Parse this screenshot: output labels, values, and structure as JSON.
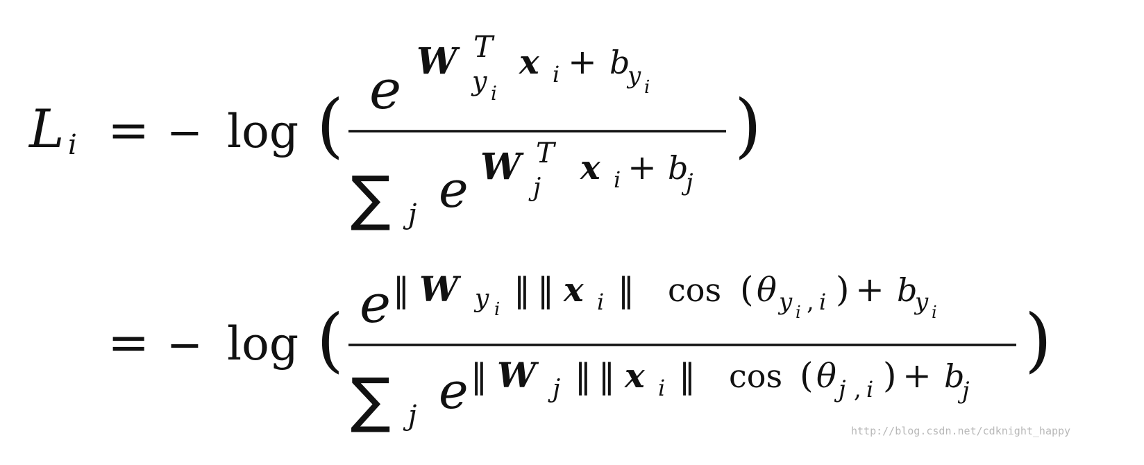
{
  "formula": {
    "line1": {
      "lhs_base": "L",
      "lhs_sub": "i",
      "equals": "=",
      "minus": "−",
      "log": "log",
      "paren_open": "(",
      "paren_close": ")",
      "numerator": {
        "e": "e",
        "W": "W",
        "T": "T",
        "y": "y",
        "i": "i",
        "x": "x",
        "plus": "+",
        "b": "b"
      },
      "denominator": {
        "sum": "∑",
        "j": "j",
        "e": "e",
        "W": "W",
        "T": "T",
        "x": "x",
        "i": "i",
        "plus": "+",
        "b": "b"
      }
    },
    "line2": {
      "equals": "=",
      "minus": "−",
      "log": "log",
      "paren_open": "(",
      "paren_close": ")",
      "numerator": {
        "e": "e",
        "norm": "‖",
        "W": "W",
        "y": "y",
        "i": "i",
        "x": "x",
        "cos": "cos",
        "lparen": "(",
        "theta": "θ",
        "comma": ",",
        "rparen": ")",
        "plus": "+",
        "b": "b"
      },
      "denominator": {
        "sum": "∑",
        "j": "j",
        "e": "e",
        "norm": "‖",
        "W": "W",
        "x": "x",
        "i": "i",
        "cos": "cos",
        "lparen": "(",
        "theta": "θ",
        "comma": ",",
        "rparen": ")",
        "plus": "+",
        "b": "b"
      }
    }
  },
  "watermark": "http://blog.csdn.net/cdknight_happy"
}
